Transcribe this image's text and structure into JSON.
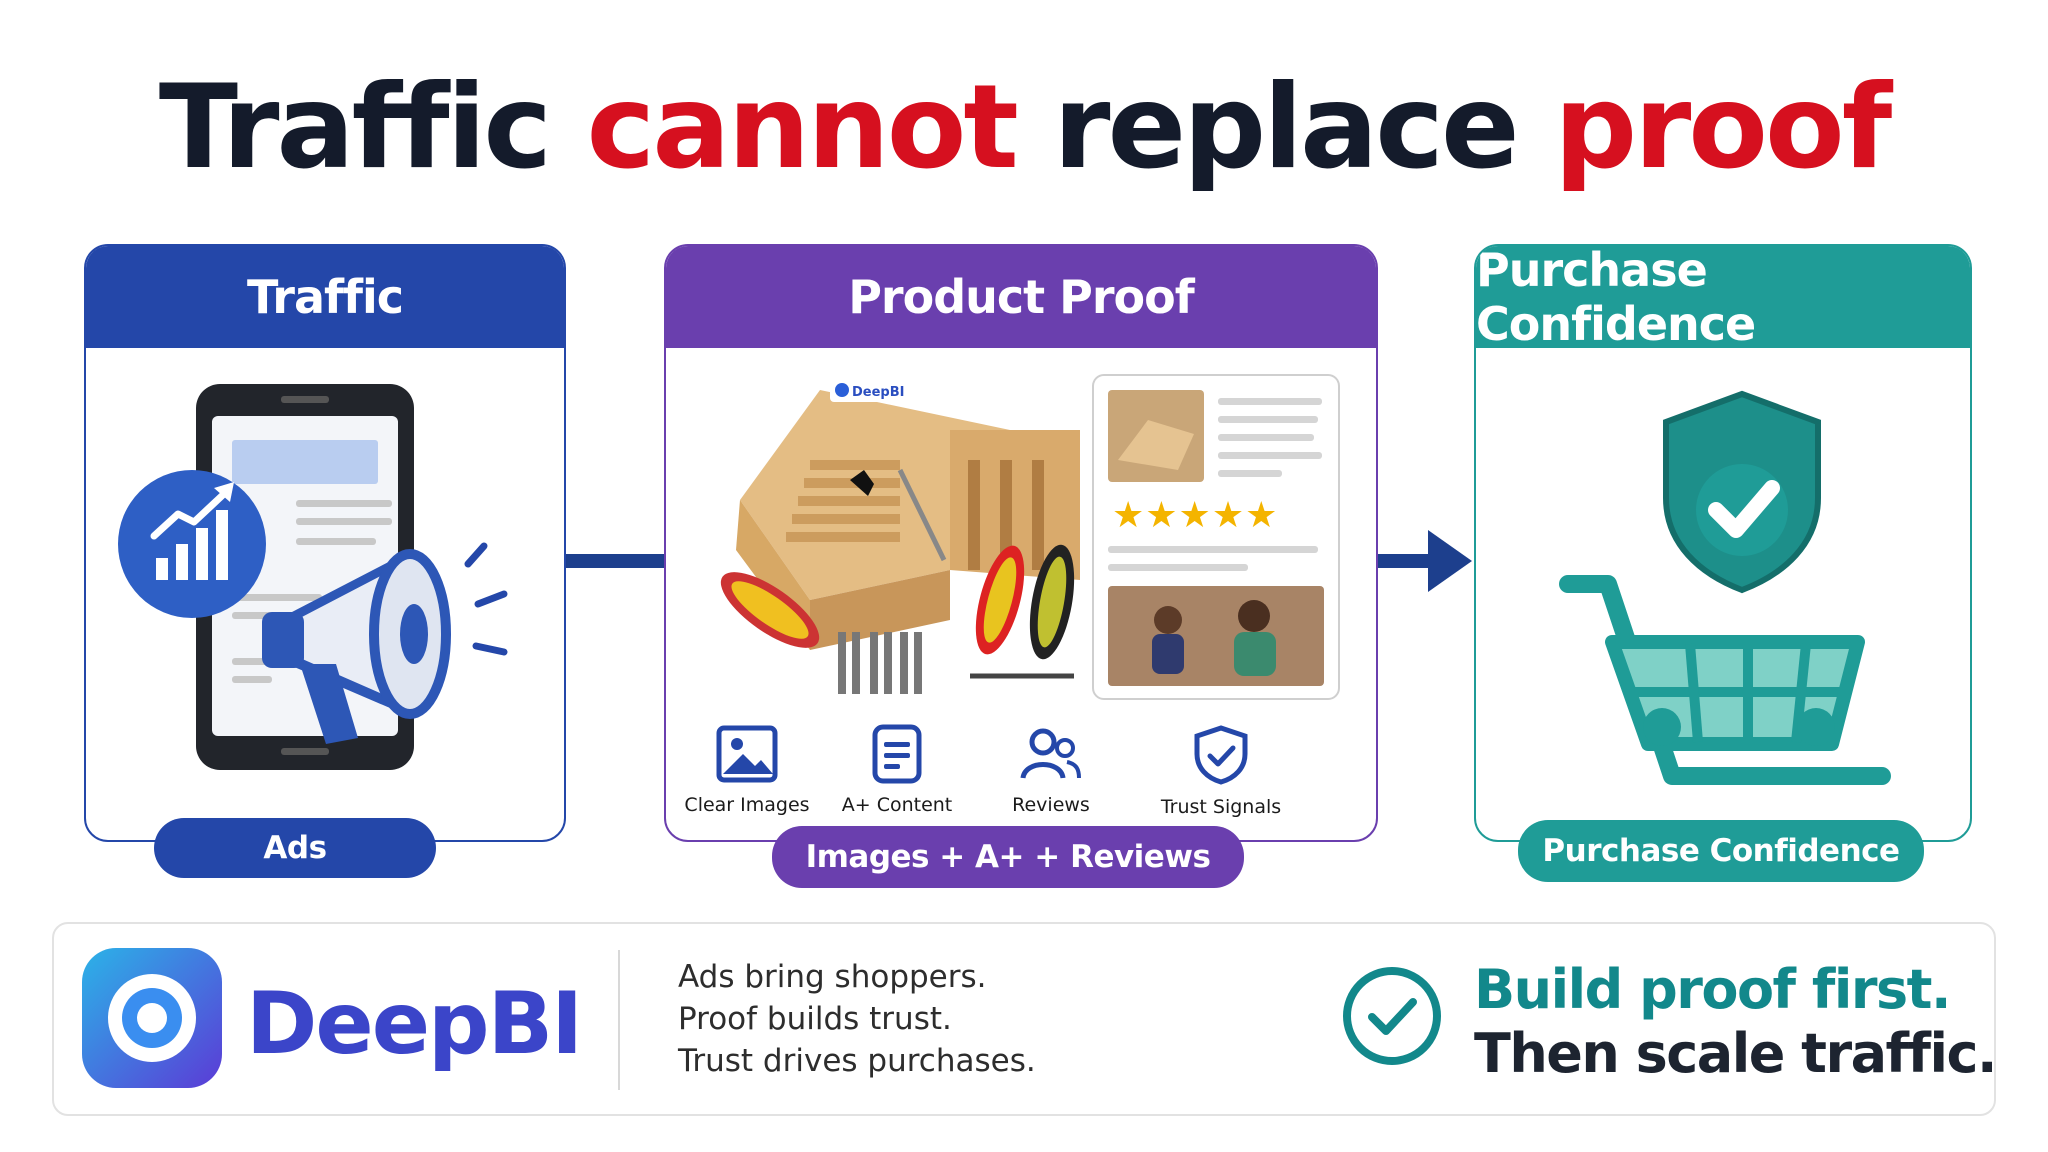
{
  "headline": {
    "part1": "Traffic",
    "part2": "cannot",
    "part3": "replace",
    "part4": "proof"
  },
  "stages": {
    "traffic": {
      "title": "Traffic",
      "pill": "Ads"
    },
    "proof": {
      "title": "Product Proof",
      "pill": "Images + A+ + Reviews",
      "features": [
        {
          "label": "Clear Images",
          "icon": "image-icon"
        },
        {
          "label": "A+ Content",
          "icon": "document-icon"
        },
        {
          "label": "Reviews",
          "icon": "users-icon"
        },
        {
          "label": "Trust Signals",
          "icon": "shield-check-icon"
        }
      ],
      "product_logo": "DeepBI",
      "rating_stars": "★★★★★"
    },
    "confidence": {
      "title": "Purchase Confidence",
      "pill": "Purchase Confidence"
    }
  },
  "footer": {
    "brand": "DeepBI",
    "lines": [
      "Ads bring shoppers.",
      "Proof builds trust.",
      "Trust drives purchases."
    ],
    "cta_line1": "Build proof first.",
    "cta_line2": "Then scale traffic."
  },
  "colors": {
    "traffic": "#2447a9",
    "proof": "#6a3fae",
    "confidence": "#1f9c97",
    "headline_accent": "#d6101f",
    "brand": "#3b45c9"
  }
}
